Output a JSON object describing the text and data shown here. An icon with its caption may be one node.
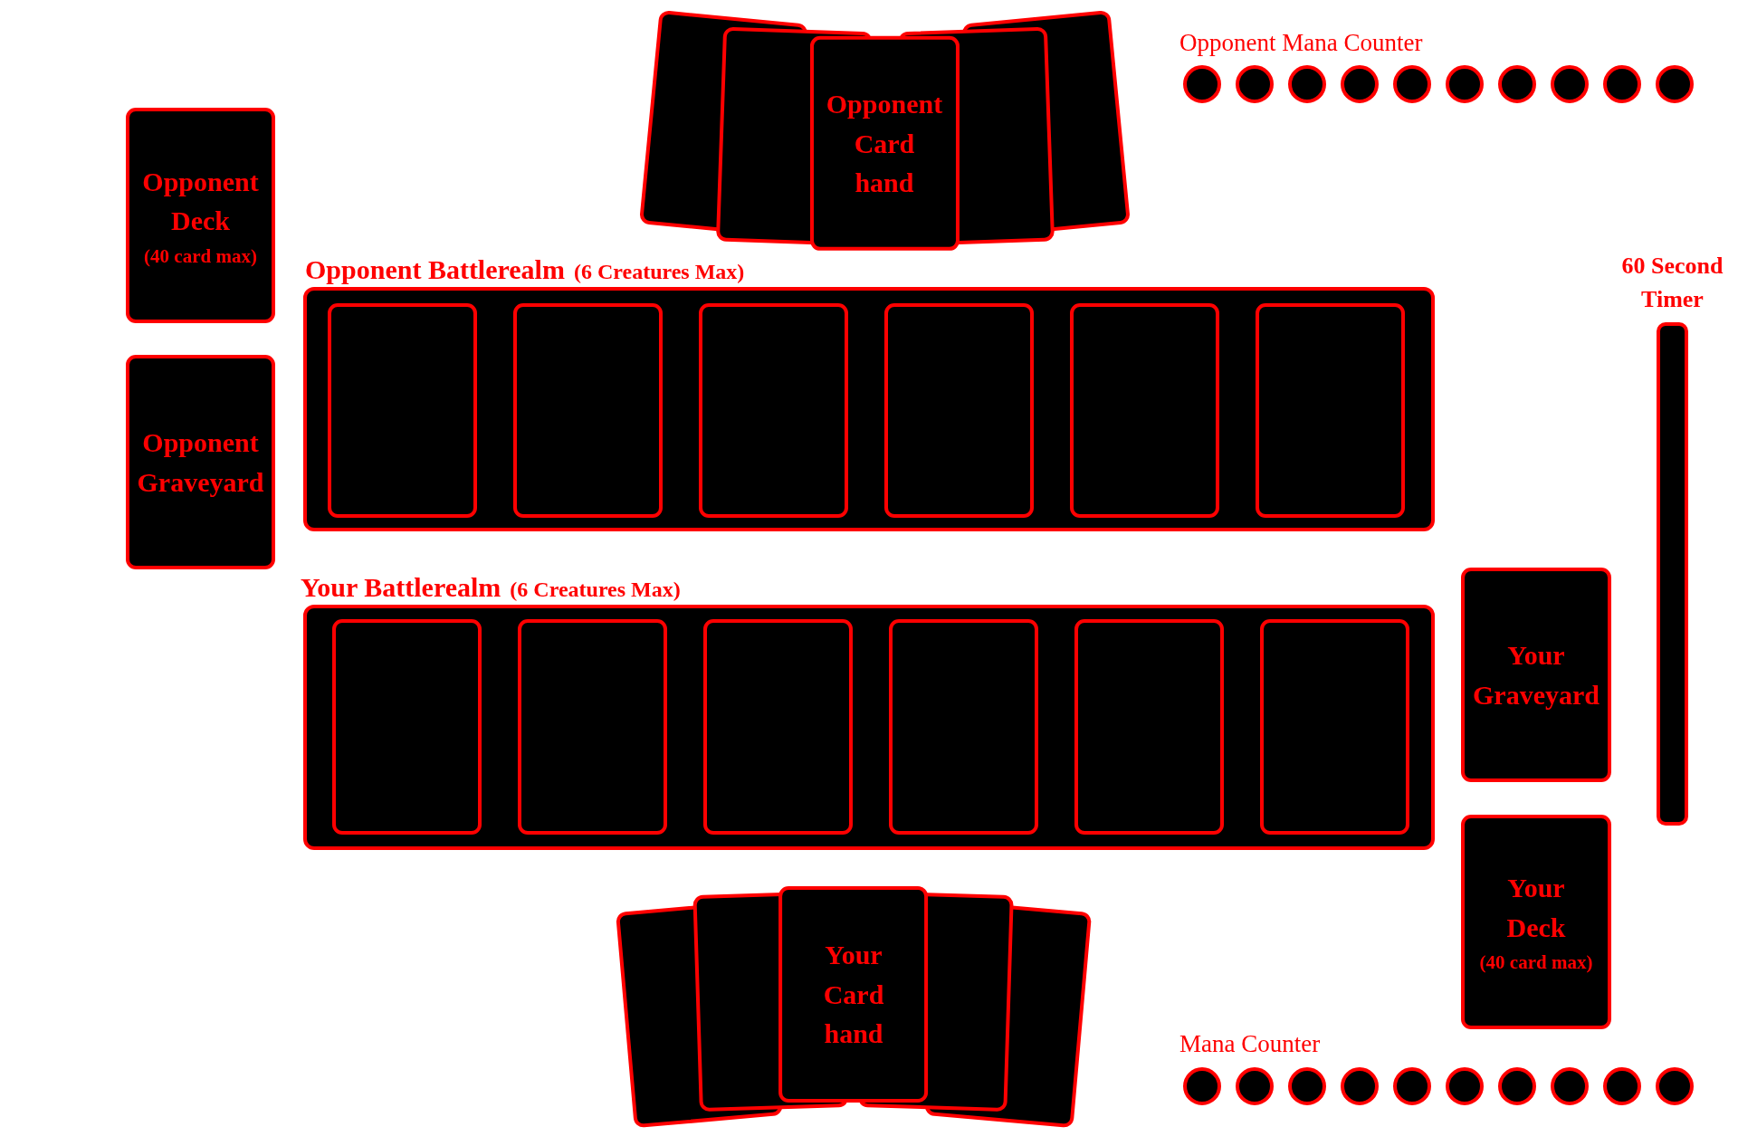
{
  "diagram": {
    "nodes": [
      {
        "text": [
          "Opponent Card hand"
        ]
      },
      {
        "text": [],
        "shape": "circle"
      },
      {
        "text": [],
        "shape": "circle"
      },
      {
        "text": [],
        "shape": "circle"
      },
      {
        "text": [],
        "shape": "circle"
      },
      {
        "text": [],
        "shape": "circle"
      },
      {
        "text": [],
        "shape": "circle"
      },
      {
        "text": [],
        "shape": "circle"
      },
      {
        "text": [],
        "shape": "circle"
      },
      {
        "text": [],
        "shape": "circle"
      },
      {
        "text": [],
        "shape": "circle"
      },
      {
        "text": [
          "Opponent Deck",
          "(40 card max)"
        ]
      },
      {
        "text": [
          "60 Second Timer"
        ]
      },
      {
        "text": [
          "Opponent Battlerealm",
          "(6 Creatures Max)"
        ]
      },
      {
        "text": [],
        "shape": "card",
        "in": 13
      },
      {
        "text": [],
        "shape": "card",
        "in": 13
      },
      {
        "text": [],
        "shape": "card",
        "in": 13
      },
      {
        "text": [],
        "shape": "card",
        "in": 13
      },
      {
        "text": [],
        "shape": "card",
        "in": 13
      },
      {
        "text": [],
        "shape": "card",
        "in": 13
      },
      {
        "text": [
          "Opponent Graveyard"
        ]
      },
      {
        "text": [
          "Your Battlerealm",
          "(6 Creatures Max)"
        ]
      },
      {
        "text": [],
        "shape": "card",
        "in": 21
      },
      {
        "text": [],
        "shape": "card",
        "in": 21
      },
      {
        "text": [],
        "shape": "card",
        "in": 21
      },
      {
        "text": [],
        "shape": "card",
        "in": 21
      },
      {
        "text": [],
        "shape": "card",
        "in": 21
      },
      {
        "text": [],
        "shape": "card",
        "in": 21
      },
      {
        "text": [
          "Your Graveyard"
        ]
      },
      {
        "text": [
          "Your Deck",
          "(40 card max)"
        ]
      },
      {
        "text": [
          "Your Card hand"
        ]
      },
      {
        "text": [],
        "shape": "circle"
      },
      {
        "text": [],
        "shape": "circle"
      },
      {
        "text": [],
        "shape": "circle"
      },
      {
        "text": [],
        "shape": "circle"
      },
      {
        "text": [],
        "shape": "circle"
      },
      {
        "text": [],
        "shape": "circle"
      },
      {
        "text": [],
        "shape": "circle"
      },
      {
        "text": [],
        "shape": "circle"
      },
      {
        "text": [],
        "shape": "circle"
      },
      {
        "text": [],
        "shape": "circle"
      }
    ],
    "labels": [
      "Opponent Mana Counter",
      "Mana Counter"
    ]
  }
}
